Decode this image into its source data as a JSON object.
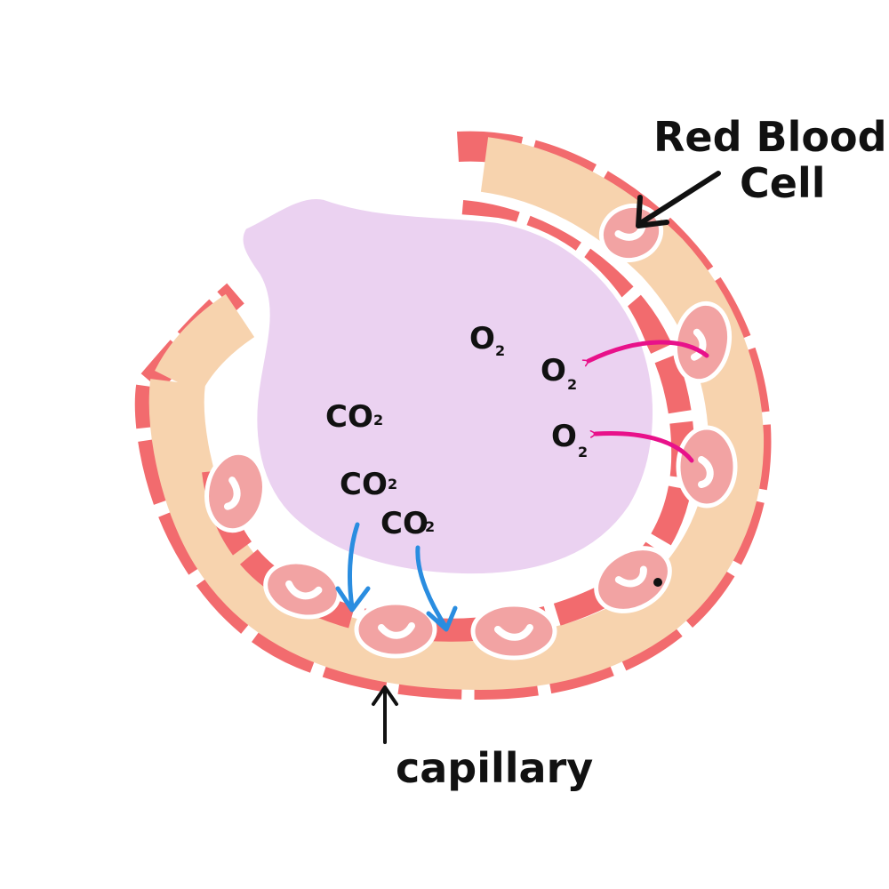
{
  "labels": {
    "rbc_line1": "Red Blood",
    "rbc_line2": "Cell",
    "capillary": "capillary"
  },
  "molecules": {
    "oxygen": {
      "main": "O",
      "sub": "2"
    },
    "carbon_dioxide": {
      "main": "CO",
      "sub": "2"
    }
  },
  "colors": {
    "alveolus_fill": "#ebd2f1",
    "capillary_fill": "#f7d3ae",
    "wall_segment": "#f26b6e",
    "rbc_outer": "#f2a3a3",
    "rbc_inner": "#ffffff",
    "oxygen_arrow": "#e8118a",
    "co2_arrow": "#2a8de0",
    "ink": "#111111"
  }
}
